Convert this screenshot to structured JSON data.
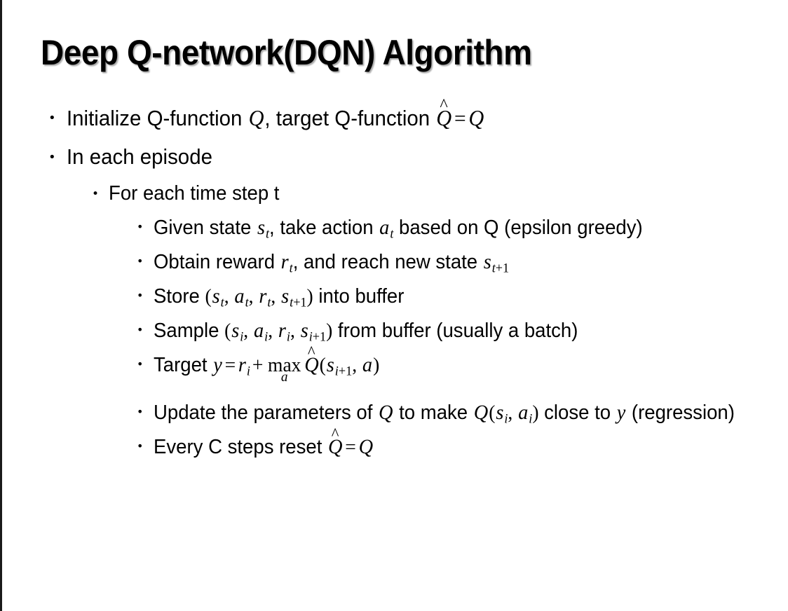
{
  "slide": {
    "title": "Deep Q-network(DQN) Algorithm",
    "background_color": "#ffffff",
    "text_color": "#000000",
    "edge_rule_color": "#1a1a1a"
  },
  "bullets": {
    "b1": {
      "level": 1,
      "marker": "•",
      "pre": "Initialize Q-function ",
      "var_q": "Q",
      "mid": ", target Q-function ",
      "hat_q": "Q",
      "hat": "^",
      "eq": "=",
      "var_q2": "Q"
    },
    "b2": {
      "level": 1,
      "marker": "•",
      "text": "In each episode"
    },
    "b3": {
      "level": 2,
      "marker": "•",
      "text": "For each time step t"
    },
    "b4": {
      "level": 3,
      "marker": "•",
      "pre": "Given state ",
      "s": "s",
      "s_sub": "t",
      "mid": ", take action ",
      "a": "a",
      "a_sub": "t",
      "post": " based on Q (epsilon greedy)"
    },
    "b5": {
      "level": 3,
      "marker": "•",
      "pre": "Obtain reward ",
      "r": "r",
      "r_sub": "t",
      "mid": ", and reach new state ",
      "s": "s",
      "s_sub_i": "t",
      "s_sub_plus": "+1"
    },
    "b6": {
      "level": 3,
      "marker": "•",
      "pre": "Store ",
      "lparen": "(",
      "s": "s",
      "s_sub": "t",
      "c1": ", ",
      "a": "a",
      "a_sub": "t",
      "c2": ", ",
      "r": "r",
      "r_sub": "t",
      "c3": ", ",
      "s2": "s",
      "s2_sub_i": "t",
      "s2_sub_plus": "+1",
      "rparen": ")",
      "post": " into buffer"
    },
    "b7": {
      "level": 3,
      "marker": "•",
      "pre": "Sample ",
      "lparen": "(",
      "s": "s",
      "s_sub": "i",
      "c1": ", ",
      "a": "a",
      "a_sub": "i",
      "c2": ", ",
      "r": "r",
      "r_sub": "i",
      "c3": ", ",
      "s2": "s",
      "s2_sub_i": "i",
      "s2_sub_plus": "+1",
      "rparen": ")",
      "post": " from buffer (usually a batch)"
    },
    "b8": {
      "level": 3,
      "marker": "•",
      "pre": "Target ",
      "y": "y",
      "eq": "=",
      "r": "r",
      "r_sub": "i",
      "plus": "+",
      "max": "max",
      "max_sub": "a",
      "hat_q": "Q",
      "hat": "^",
      "lparen": "(",
      "s": "s",
      "s_sub_i": "i",
      "s_sub_plus": "+1",
      "comma": ", ",
      "a": "a",
      "rparen": ")"
    },
    "b9": {
      "level": 3,
      "marker": "•",
      "pre": "Update the parameters of ",
      "q1": "Q",
      "mid": " to make ",
      "q2": "Q",
      "lparen": "(",
      "s": "s",
      "s_sub": "i",
      "comma": ", ",
      "a": "a",
      "a_sub": "i",
      "rparen": ")",
      "post": " close to ",
      "y": "y",
      "tail": " (regression)"
    },
    "b10": {
      "level": 3,
      "marker": "•",
      "pre": "Every C steps reset ",
      "hat_q": "Q",
      "hat": "^",
      "eq": "=",
      "q": "Q"
    }
  }
}
